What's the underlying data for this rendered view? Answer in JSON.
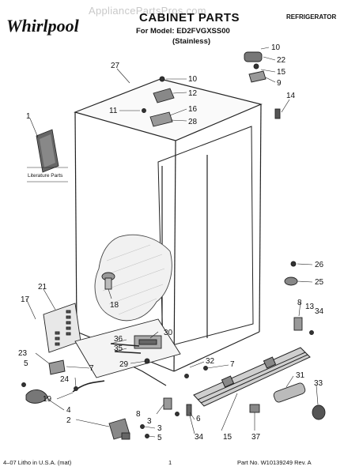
{
  "header": {
    "watermark": "AppliancePartsPros.com",
    "brand_logo": "Whirlpool",
    "title": "CABINET PARTS",
    "model_line": "For Model: ED2FVGXSS00",
    "variant": "(Stainless)",
    "category": "REFRIGERATOR"
  },
  "diagram": {
    "literature_label": "Literature Parts",
    "callouts": [
      "10",
      "22",
      "15",
      "9",
      "14",
      "27",
      "10",
      "12",
      "11",
      "16",
      "28",
      "1",
      "26",
      "25",
      "21",
      "17",
      "18",
      "8",
      "13",
      "34",
      "30",
      "36",
      "35",
      "23",
      "5",
      "7",
      "29",
      "32",
      "7",
      "24",
      "31",
      "33",
      "19",
      "4",
      "8",
      "3",
      "2",
      "3",
      "5",
      "6",
      "34",
      "15",
      "37"
    ]
  },
  "footer": {
    "left": "4–07 Litho in U.S.A. (mat)",
    "page": "1",
    "part_no": "Part No. W10139249 Rev. A"
  }
}
